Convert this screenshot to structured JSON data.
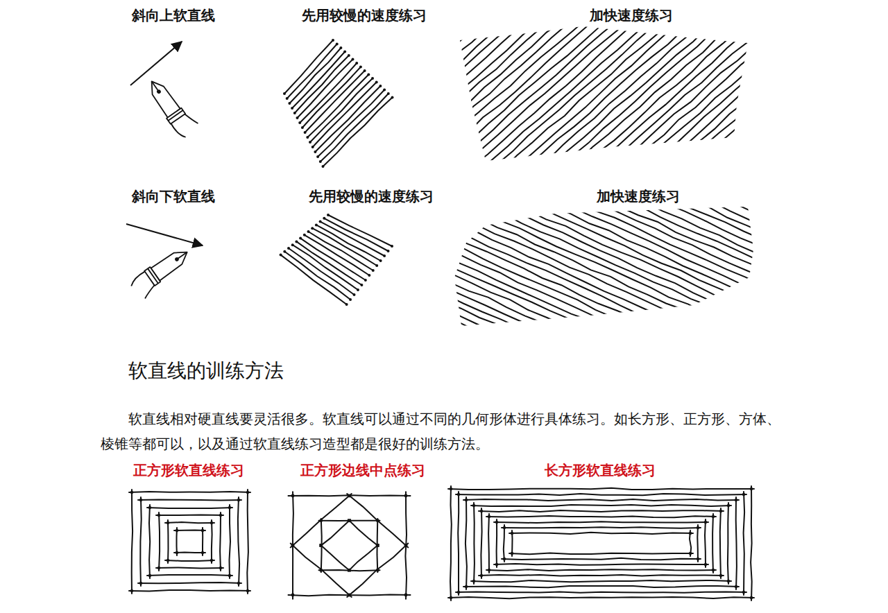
{
  "diagram": {
    "title": "软直线的训练方法",
    "labels": [
      "斜向上软直线",
      "先用较慢的速度练习",
      "加快速度练习",
      "斜向下软直线",
      "先用较慢的速度练习",
      "加快速度练习",
      "软直线相对硬直线要灵活很多。软直线可以通过不同的几何形体进行具体练习。如长方形、正方形、方体、棱锥等都可以，以及通过软直线练习造型都是很好的训练方法。",
      "正方形软直线练习",
      "正方形边线中点练习",
      "长方形软直线练习"
    ]
  }
}
